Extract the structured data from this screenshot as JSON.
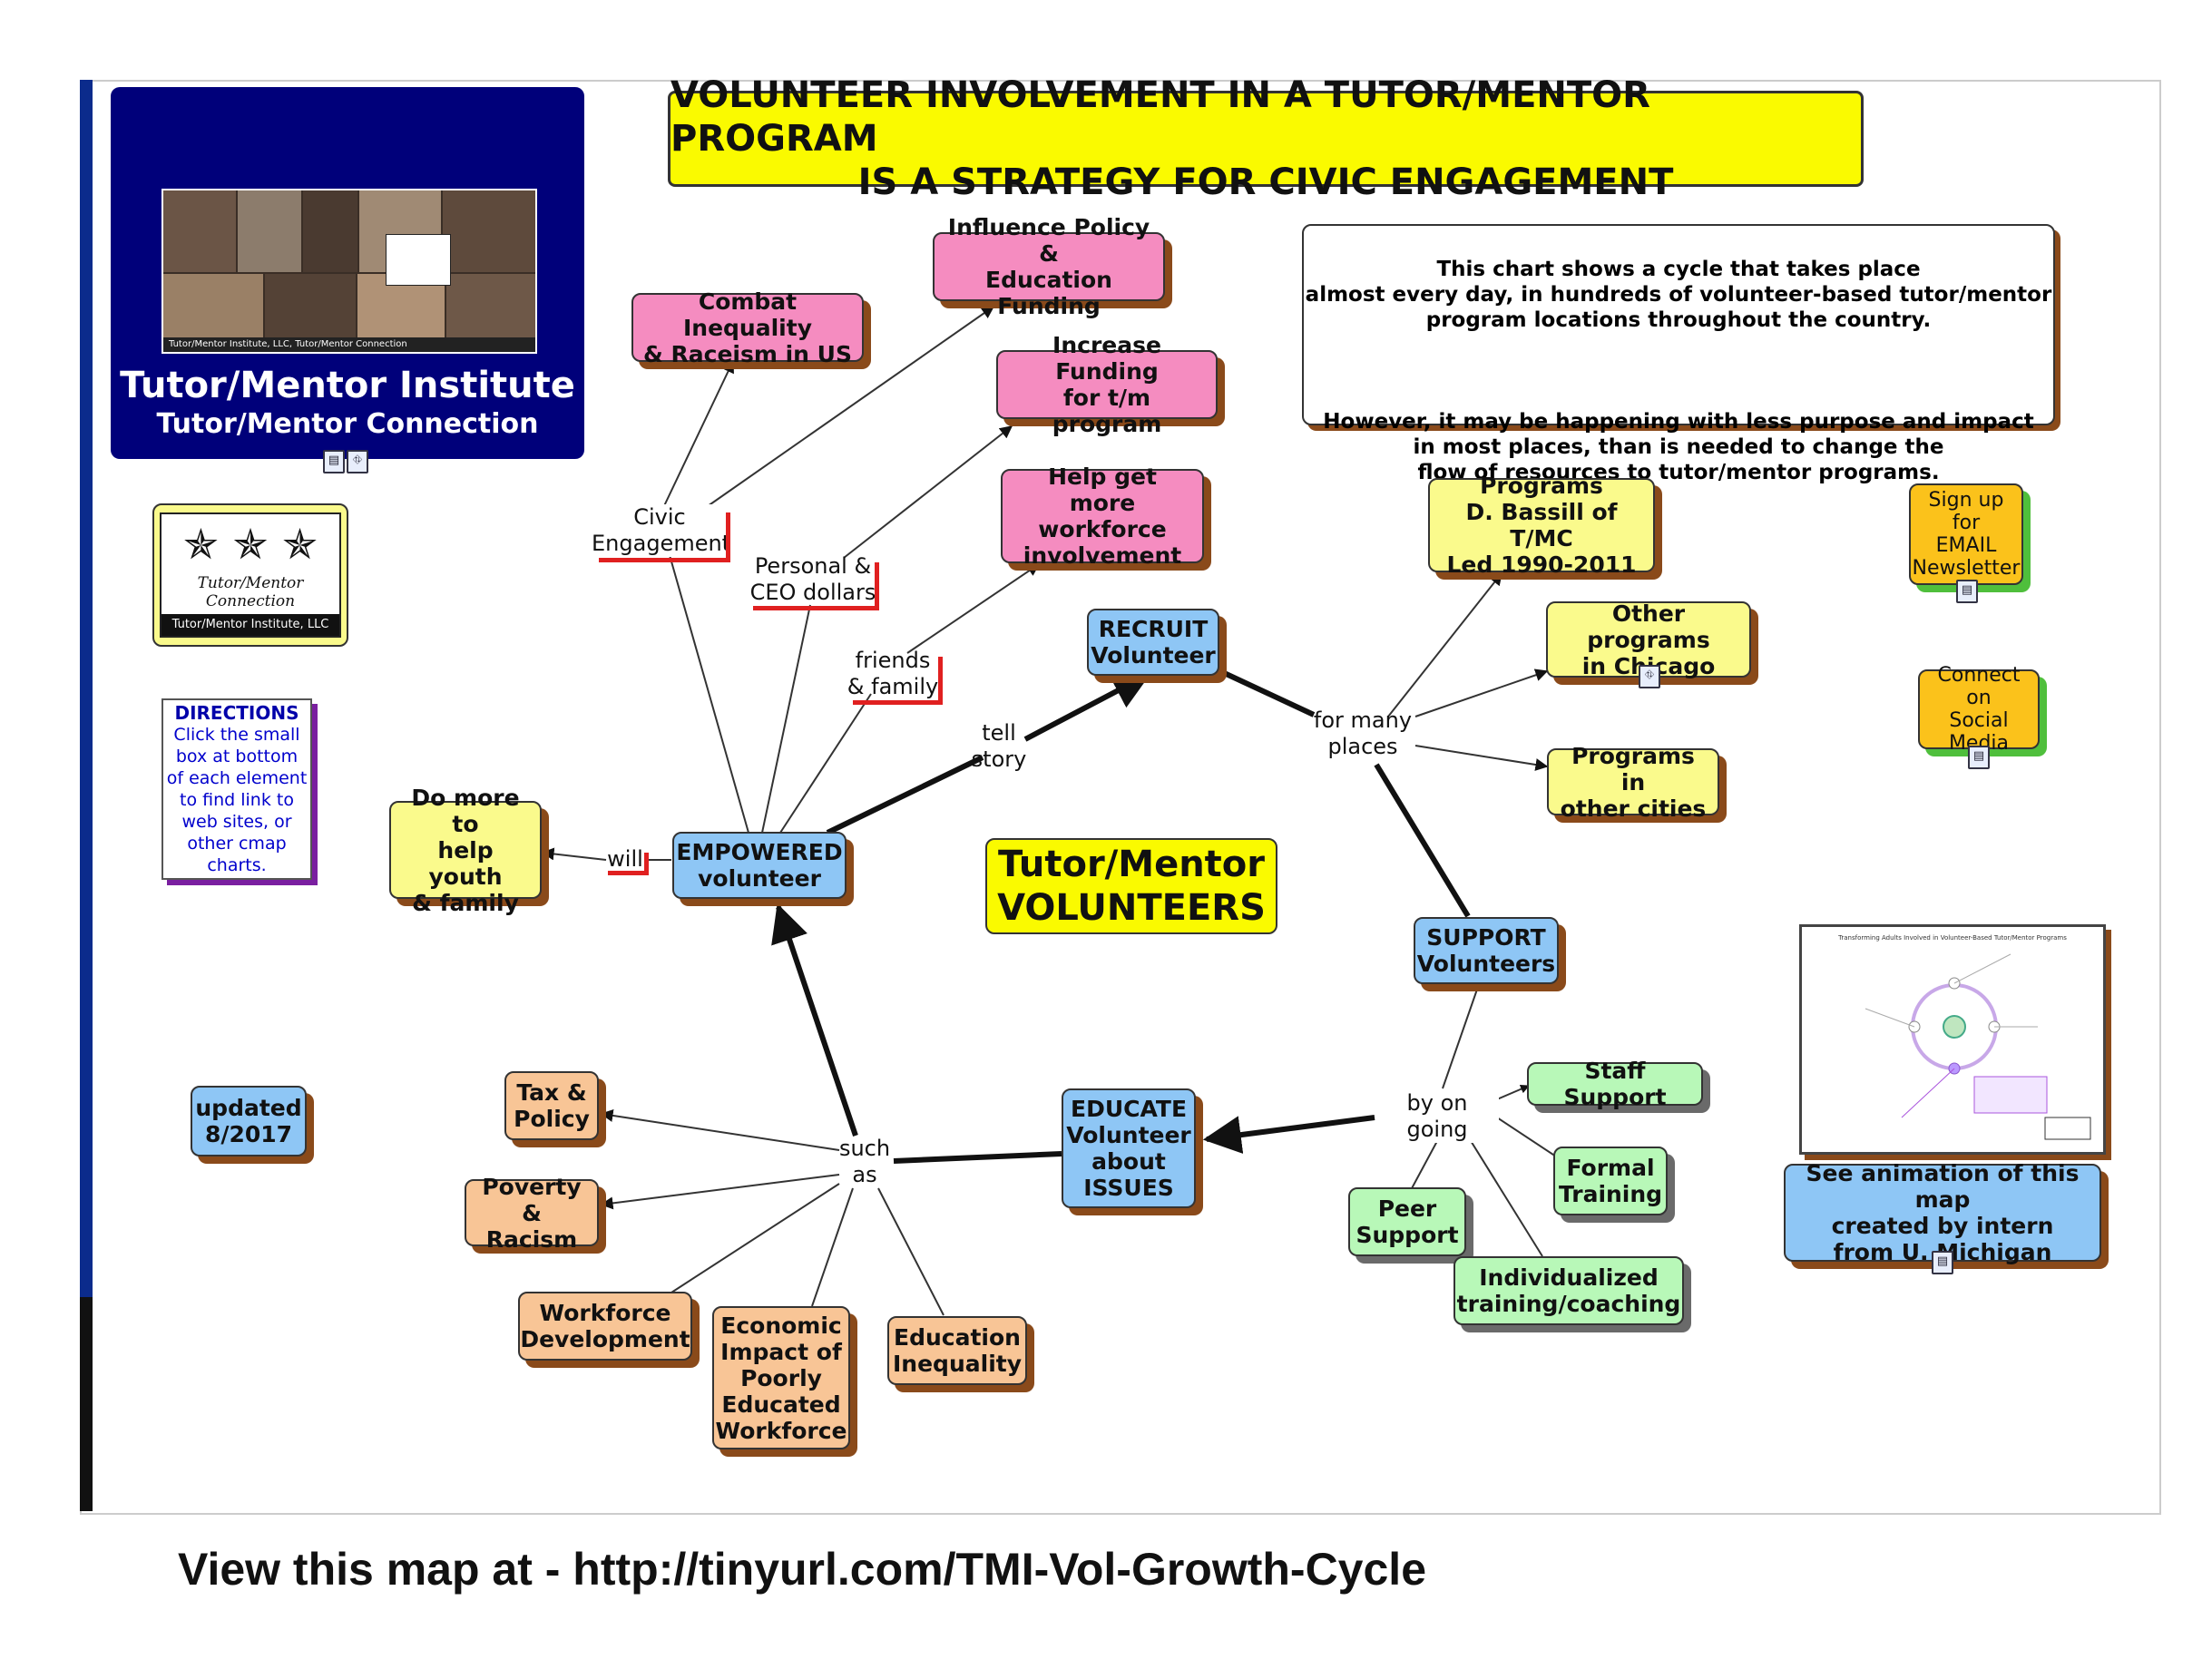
{
  "title": {
    "line1": "VOLUNTEER INVOLVEMENT IN A TUTOR/MENTOR PROGRAM",
    "line2": "IS A STRATEGY FOR CIVIC ENGAGEMENT"
  },
  "institute_panel": {
    "photo_caption": "Tutor/Mentor Institute, LLC, Tutor/Mentor Connection",
    "name": "Tutor/Mentor Institute",
    "subname": "Tutor/Mentor Connection"
  },
  "logo": {
    "text": "Tutor/Mentor Connection",
    "caption": "Tutor/Mentor Institute, LLC"
  },
  "directions": {
    "heading": "DIRECTIONS",
    "body": "Click the small box at bottom of each element to find link to web sites, or other cmap charts."
  },
  "updated": "updated\n8/2017",
  "explanation": {
    "para1": "This chart shows a cycle that takes place\nalmost every day, in hundreds of volunteer-based tutor/mentor\nprogram locations throughout the country.",
    "para2": "However, it may be happening with less purpose and impact\nin most places, than is needed to change the\nflow of resources to tutor/mentor programs."
  },
  "center_label": "Tutor/Mentor\nVOLUNTEERS",
  "nodes": {
    "combat": "Combat Inequality\n& Raceism in US",
    "influence": "Influence Policy &\nEducation Funding",
    "increase": "Increase Funding\nfor t/m program",
    "workforce_inv": "Help get\nmore workforce\ninvolvement",
    "recruit": "RECRUIT\nVolunteer",
    "empowered": "EMPOWERED\nvolunteer",
    "do_more": "Do more to\nhelp youth\n& family",
    "support": "SUPPORT\nVolunteers",
    "educate": "EDUCATE\nVolunteer\nabout\nISSUES",
    "programs_bassill": "Programs\nD. Bassill of T/MC\nLed 1990-2011",
    "other_chicago": "Other programs\nin Chicago",
    "other_cities": "Programs in\nother cities",
    "staff_support": "Staff Support",
    "formal_training": "Formal\nTraining",
    "peer_support": "Peer\nSupport",
    "individualized": "Individualized\ntraining/coaching",
    "tax_policy": "Tax &\nPolicy",
    "poverty": "Poverty &\nRacism",
    "workforce_dev": "Workforce\nDevelopment",
    "economic": "Economic\nImpact of\nPoorly\nEducated\nWorkforce",
    "education_ineq": "Education\nInequality"
  },
  "link_labels": {
    "civic": "Civic\nEngagement",
    "personal": "Personal &\nCEO dollars",
    "friends": "friends\n& family",
    "tell": "tell\nstory",
    "will": "will",
    "many_places": "for many\nplaces",
    "ongoing": "by on going",
    "such_as": "such\nas"
  },
  "sidebar_links": {
    "newsletter": "Sign up\nfor\nEMAIL\nNewsletter",
    "social": "Connect on\nSocial\nMedia",
    "animation": "See animation of this map\ncreated by intern\nfrom U. Michigan",
    "thumbnail_title": "Transforming Adults Involved in Volunteer-Based Tutor/Mentor Programs"
  },
  "footer": "View this map at - http://tinyurl.com/TMI-Vol-Growth-Cycle",
  "colors": {
    "pink": "#f58cc0",
    "blue": "#8ec6f5",
    "peach": "#f8c596",
    "yellow": "#fafa8c",
    "green": "#b8f8b8",
    "orange": "#fbc21b",
    "navy": "#00007a",
    "title_yellow": "#fafa00"
  }
}
